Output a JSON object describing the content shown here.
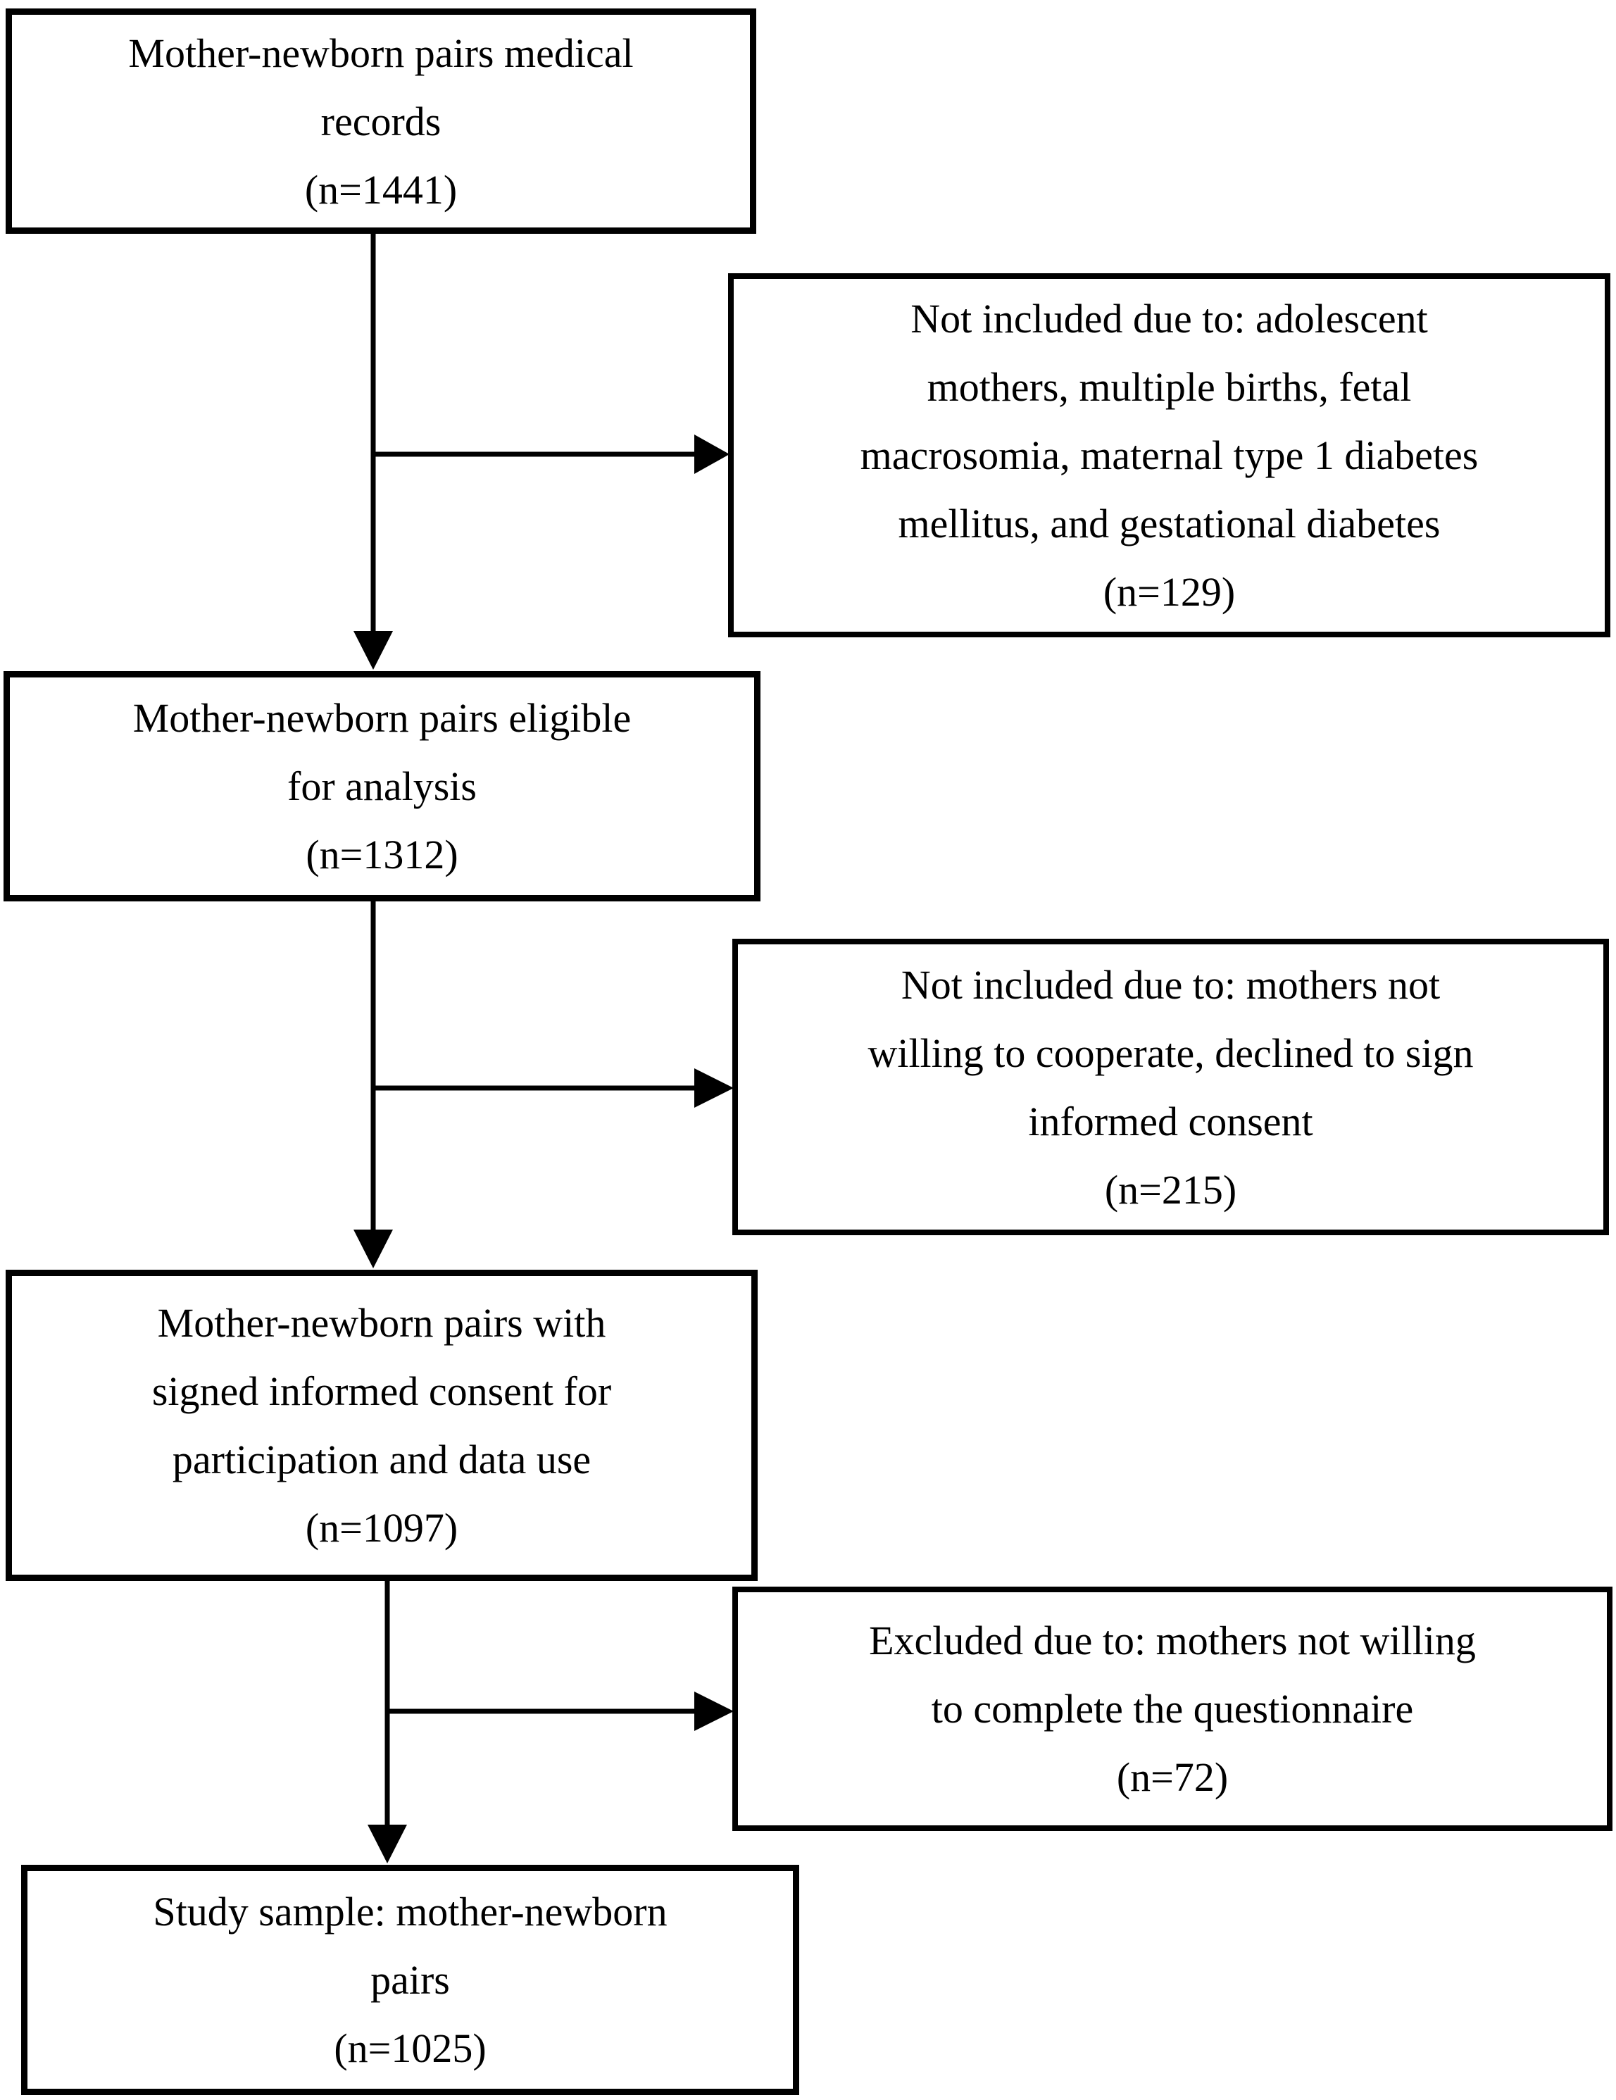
{
  "figure": {
    "kind": "study-flow-diagram",
    "background_color": "#ffffff",
    "line_color": "#000000",
    "text_color": "#000000",
    "boxes": {
      "records": {
        "lines": [
          "Mother-newborn pairs medical",
          "records",
          "(n=1441)"
        ],
        "n": 1441
      },
      "excluded1": {
        "lines": [
          "Not included due to: adolescent",
          "mothers, multiple births, fetal",
          "macrosomia, maternal type 1 diabetes",
          "mellitus, and gestational diabetes",
          "(n=129)"
        ],
        "n": 129
      },
      "eligible": {
        "lines": [
          "Mother-newborn pairs eligible",
          "for analysis",
          "(n=1312)"
        ],
        "n": 1312
      },
      "excluded2": {
        "lines": [
          "Not included due to: mothers not",
          "willing to cooperate, declined to sign",
          "informed consent",
          "(n=215)"
        ],
        "n": 215
      },
      "consent": {
        "lines": [
          "Mother-newborn pairs with",
          "signed informed consent for",
          "participation and data use",
          "(n=1097)"
        ],
        "n": 1097
      },
      "excluded3": {
        "lines": [
          "Excluded due to: mothers not willing",
          "to complete the questionnaire",
          "(n=72)"
        ],
        "n": 72
      },
      "sample": {
        "lines": [
          "Study sample: mother-newborn",
          "pairs",
          "(n=1025)"
        ],
        "n": 1025
      }
    }
  }
}
